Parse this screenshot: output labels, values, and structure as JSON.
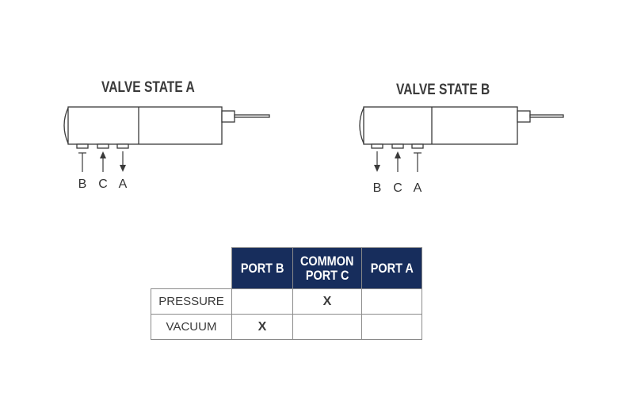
{
  "states": [
    {
      "title": "VALVE STATE A",
      "ports": [
        {
          "label": "B",
          "flow": "none"
        },
        {
          "label": "C",
          "flow": "up"
        },
        {
          "label": "A",
          "flow": "down"
        }
      ]
    },
    {
      "title": "VALVE STATE B",
      "ports": [
        {
          "label": "B",
          "flow": "down"
        },
        {
          "label": "C",
          "flow": "up"
        },
        {
          "label": "A",
          "flow": "none"
        }
      ]
    }
  ],
  "table": {
    "headers": [
      {
        "line1": "PORT B",
        "line2": ""
      },
      {
        "line1": "COMMON",
        "line2": "PORT C"
      },
      {
        "line1": "PORT A",
        "line2": ""
      }
    ],
    "rows": [
      {
        "label": "PRESSURE",
        "cells": [
          "",
          "X",
          ""
        ]
      },
      {
        "label": "VACUUM",
        "cells": [
          "X",
          "",
          ""
        ]
      }
    ]
  },
  "colors": {
    "header_bg": "#172d5c",
    "line": "#3a3a3a",
    "grid": "#8a8a8a"
  }
}
